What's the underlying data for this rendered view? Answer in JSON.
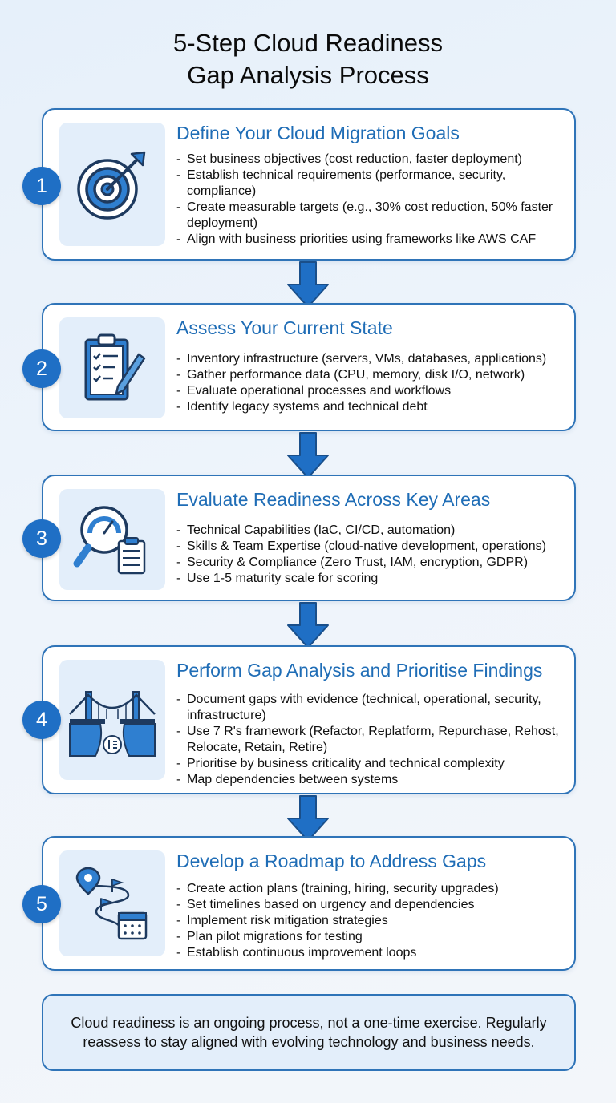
{
  "title": {
    "line1": "5-Step Cloud Readiness",
    "line2": "Gap Analysis Process"
  },
  "steps": [
    {
      "number": "1",
      "heading": "Define Your Cloud Migration Goals",
      "icon": "target-icon",
      "bullets": [
        "Set business objectives (cost reduction, faster deployment)",
        "Establish technical requirements (performance, security, compliance)",
        "Create measurable targets (e.g., 30% cost reduction, 50% faster deployment)",
        "Align with business priorities using frameworks like AWS CAF"
      ]
    },
    {
      "number": "2",
      "heading": "Assess Your Current State",
      "icon": "clipboard-checklist-icon",
      "bullets": [
        "Inventory infrastructure (servers, VMs, databases, applications)",
        "Gather performance data (CPU, memory, disk I/O, network)",
        "Evaluate operational processes and workflows",
        "Identify legacy systems and technical debt"
      ]
    },
    {
      "number": "3",
      "heading": "Evaluate Readiness Across Key Areas",
      "icon": "magnifier-gauge-icon",
      "bullets": [
        "Technical Capabilities (IaC, CI/CD, automation)",
        "Skills & Team Expertise (cloud-native development, operations)",
        "Security & Compliance (Zero Trust, IAM, encryption, GDPR)",
        "Use 1-5 maturity scale for scoring"
      ]
    },
    {
      "number": "4",
      "heading": "Perform Gap Analysis and Prioritise Findings",
      "icon": "bridge-gap-icon",
      "bullets": [
        "Document gaps with evidence (technical, operational, security, infrastructure)",
        "Use 7 R's framework (Refactor, Replatform, Repurchase, Rehost, Relocate, Retain, Retire)",
        "Prioritise by business criticality and technical complexity",
        "Map dependencies between systems"
      ]
    },
    {
      "number": "5",
      "heading": "Develop a Roadmap to Address Gaps",
      "icon": "roadmap-icon",
      "bullets": [
        "Create action plans (training, hiring, security upgrades)",
        "Set timelines based on urgency and dependencies",
        "Implement risk mitigation strategies",
        "Plan pilot migrations for testing",
        "Establish continuous improvement loops"
      ]
    }
  ],
  "footer": "Cloud readiness is an ongoing process, not a one-time exercise. Regularly reassess to stay aligned with evolving technology and business needs.",
  "colors": {
    "accent": "#1f6db6",
    "badge": "#1f6fc5",
    "border": "#2f74b8",
    "icon_bg": "#e3eefa"
  }
}
